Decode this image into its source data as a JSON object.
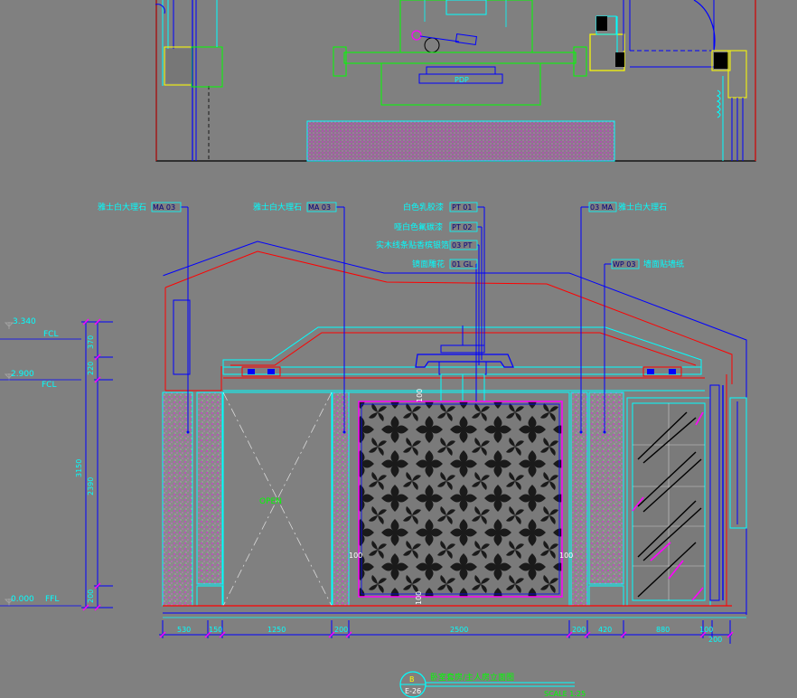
{
  "plan": {
    "pdp_label": "PDP"
  },
  "callouts": [
    {
      "text": "雅士白大理石",
      "code": "MA 03"
    },
    {
      "text": "雅士白大理石",
      "code": "MA 03"
    },
    {
      "text": "白色乳胶漆",
      "code": "PT 01"
    },
    {
      "text": "哑白色氟碳漆",
      "code": "PT 02"
    },
    {
      "text": "实木线条贴香槟银箔",
      "code": "03 PT"
    },
    {
      "text": "镜面雕花",
      "code": "01 GL"
    },
    {
      "text": "雅士白大理石",
      "code": "03 MA"
    },
    {
      "text": "墙面贴墙纸",
      "code": "WP 03"
    }
  ],
  "levels": [
    {
      "value": "3.340",
      "label": "FCL"
    },
    {
      "value": "2.900",
      "label": "FCL"
    },
    {
      "value": "0.000",
      "label": "FFL"
    }
  ],
  "vertical_dims": [
    "370",
    "220",
    "2390",
    "200",
    "3150"
  ],
  "horizontal_dims": [
    "530",
    "150",
    "1250",
    "200",
    "2500",
    "200",
    "420",
    "880",
    "100",
    "200"
  ],
  "inner_dims": [
    "100",
    "100",
    "100",
    "100"
  ],
  "door_label": "OPEN",
  "title_block": {
    "letter": "B",
    "sheet": "E-26",
    "title": "卧室套房/主人房立面图",
    "scale": "SCALE 1:25"
  },
  "colors": {
    "background": "#808080",
    "cyan": "#00ffff",
    "red": "#ff0000",
    "blue": "#0000ff",
    "green": "#00ff00",
    "magenta": "#ff00ff",
    "yellow": "#ffff00"
  }
}
